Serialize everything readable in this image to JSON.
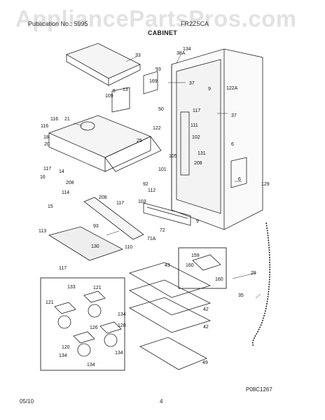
{
  "watermark": "AppliancePartsPros.com",
  "header": {
    "left": "Publication No.: 5995",
    "right": "FR2Z5CA"
  },
  "section_title": "CABINET",
  "footer": {
    "date": "05/10",
    "page": "4"
  },
  "figure_code": "P08C1267",
  "callouts": [
    "33",
    "38A",
    "134",
    "93",
    "169",
    "5",
    "13",
    "109",
    "37",
    "9",
    "122A",
    "122",
    "117",
    "50",
    "37",
    "116",
    "21",
    "6",
    "116",
    "18",
    "111",
    "102",
    "25",
    "105",
    "131",
    "20",
    "208",
    "101",
    "117",
    "14",
    "16",
    "208",
    "92",
    "129",
    "114",
    "6",
    "112",
    "117",
    "208",
    "15",
    "103",
    "9",
    "113",
    "93",
    "72",
    "130",
    "71A",
    "110",
    "117",
    "159",
    "160",
    "160",
    "43",
    "29",
    "133",
    "121",
    "121",
    "35",
    "134",
    "42",
    "126",
    "42",
    "120",
    "120",
    "134",
    "49",
    "134",
    "134"
  ]
}
